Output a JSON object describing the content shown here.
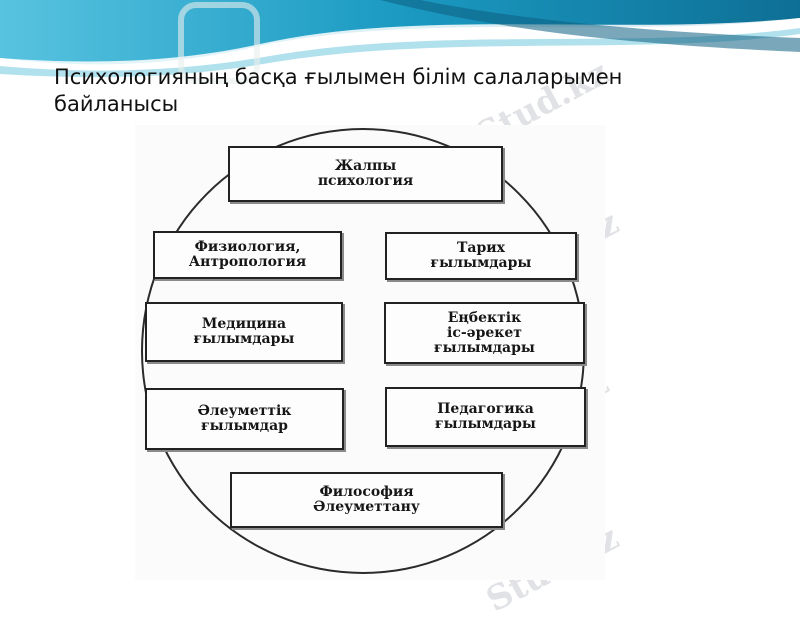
{
  "slide": {
    "title": " Психологияның басқа ғылымен білім салаларымен\nбайланысы",
    "watermark": "Stud.kz"
  },
  "diagram": {
    "center_node": {
      "line1": "Жалпы",
      "line2": "психология"
    },
    "nodes": [
      {
        "line1": "Физиология,",
        "line2": "Антропология"
      },
      {
        "line1": "Тарих",
        "line2": "ғылымдары"
      },
      {
        "line1": "Медицина",
        "line2": "ғылымдары"
      },
      {
        "line1": "Еңбектік",
        "line2": "іс-әрекет",
        "line3": "ғылымдары"
      },
      {
        "line1": "Әлеуметтік",
        "line2": "ғылымдар"
      },
      {
        "line1": "Педагогика",
        "line2": "ғылымдары"
      }
    ],
    "bottom_node": {
      "line1": "Философия",
      "line2": "Әлеуметтану"
    }
  },
  "colors": {
    "banner": "#1a8fb5",
    "banner_light": "#7fd3e8"
  }
}
